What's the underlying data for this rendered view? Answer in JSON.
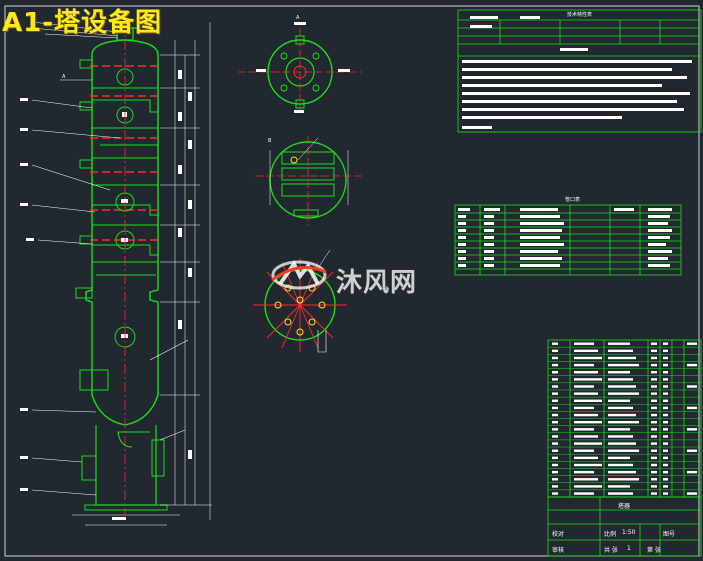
{
  "title": "A1-塔设备图",
  "watermark": "沐风网",
  "icons": {
    "watermark_logo": "mufeng-logo-icon"
  },
  "tables": {
    "technical_characteristics_title": "技术特性表",
    "nozzle_table_title": "管口表"
  },
  "title_block": {
    "name": "塔器",
    "scale_label": "比例",
    "scale_value": "1:50",
    "drawing_no_label": "图号",
    "check_label": "校对",
    "review_label": "审核",
    "sheet_label": "共 张",
    "sheet_value": "1",
    "page_label": "第 张"
  },
  "marks": {
    "section_a": "A",
    "detail_a": "A",
    "view_b": "B"
  },
  "colors": {
    "background": "#212830",
    "outline": "#18e018",
    "center_line": "#ff2a2a",
    "dimension": "#ffffff",
    "title": "#ffe81a"
  }
}
